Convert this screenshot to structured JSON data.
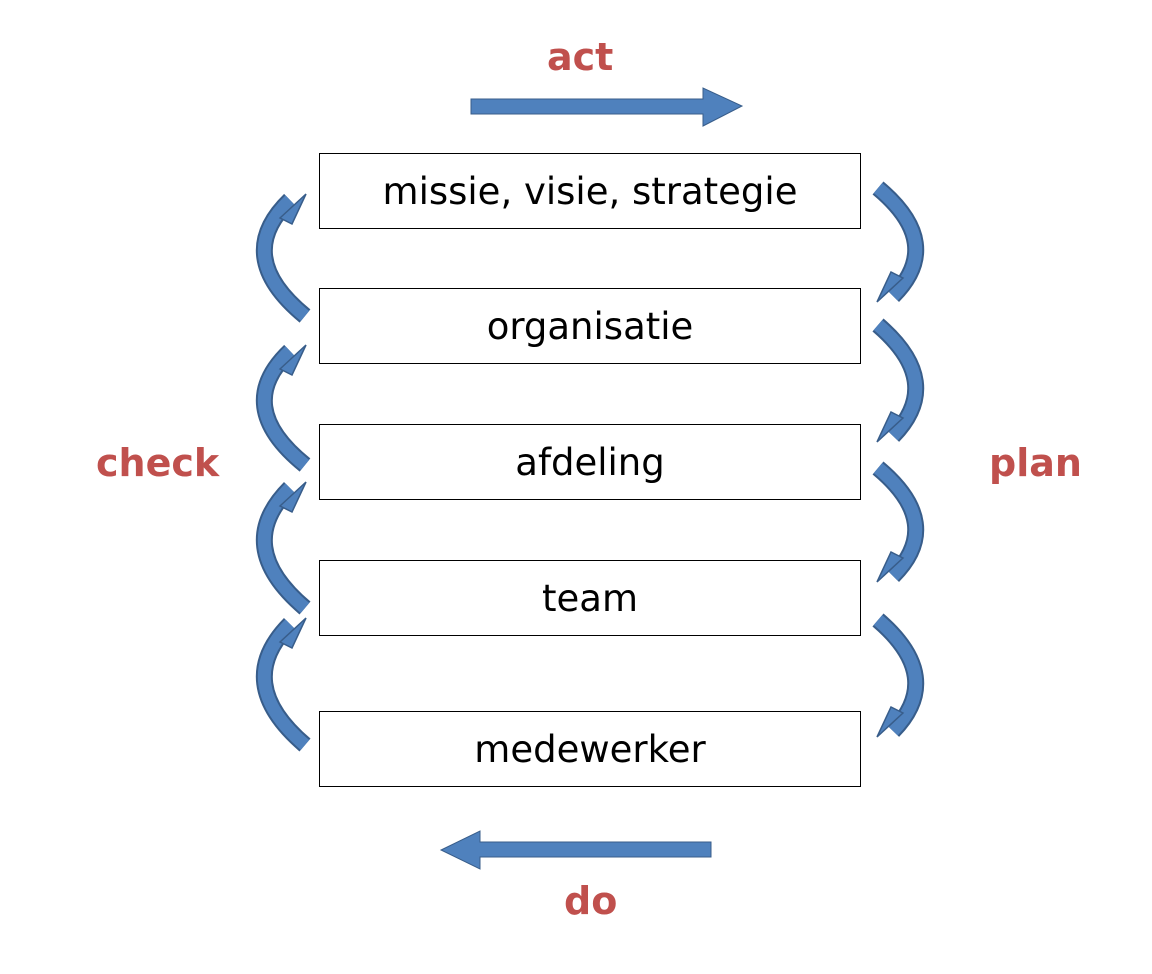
{
  "diagram": {
    "colors": {
      "phase_label": "#c0504d",
      "arrow_fill": "#4f81bd",
      "arrow_stroke": "#385d8a",
      "box_border": "#000000"
    },
    "phases": {
      "act": "act",
      "plan": "plan",
      "do": "do",
      "check": "check"
    },
    "levels": [
      "missie, visie, strategie",
      "organisatie",
      "afdeling",
      "team",
      "medewerker"
    ]
  }
}
